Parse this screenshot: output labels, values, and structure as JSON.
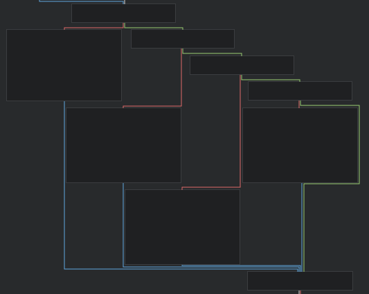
{
  "colors": {
    "background": "#282a2c",
    "node_fill": "#1f2022",
    "node_border": "#3b3d40",
    "wire_blue": "#5fa8e0",
    "wire_red": "#e06a6a",
    "wire_green": "#9acd72",
    "wire_white": "#d8d8d8"
  },
  "nodes": [
    {
      "id": "node-1",
      "label": ""
    },
    {
      "id": "node-2",
      "label": ""
    },
    {
      "id": "node-3",
      "label": ""
    },
    {
      "id": "node-4",
      "label": ""
    },
    {
      "id": "node-5",
      "label": ""
    },
    {
      "id": "node-6",
      "label": ""
    },
    {
      "id": "node-7",
      "label": ""
    },
    {
      "id": "node-8",
      "label": ""
    },
    {
      "id": "node-9",
      "label": ""
    },
    {
      "id": "node-10",
      "label": ""
    }
  ],
  "wires": [
    {
      "id": "wire-blue-top",
      "color": "wire_blue"
    },
    {
      "id": "wire-white-top",
      "color": "wire_white"
    },
    {
      "id": "wire-green-1",
      "color": "wire_green"
    },
    {
      "id": "wire-red-1",
      "color": "wire_red"
    },
    {
      "id": "wire-red-2",
      "color": "wire_red"
    },
    {
      "id": "wire-green-2",
      "color": "wire_green"
    },
    {
      "id": "wire-red-3",
      "color": "wire_red"
    },
    {
      "id": "wire-green-3",
      "color": "wire_green"
    },
    {
      "id": "wire-red-4",
      "color": "wire_red"
    },
    {
      "id": "wire-green-4",
      "color": "wire_green"
    },
    {
      "id": "wire-blue-left",
      "color": "wire_blue"
    },
    {
      "id": "wire-blue-mid",
      "color": "wire_blue"
    },
    {
      "id": "wire-blue-low",
      "color": "wire_blue"
    },
    {
      "id": "wire-blue-right",
      "color": "wire_blue"
    },
    {
      "id": "wire-white-bottom",
      "color": "wire_white"
    },
    {
      "id": "wire-red-bottom",
      "color": "wire_red"
    }
  ]
}
